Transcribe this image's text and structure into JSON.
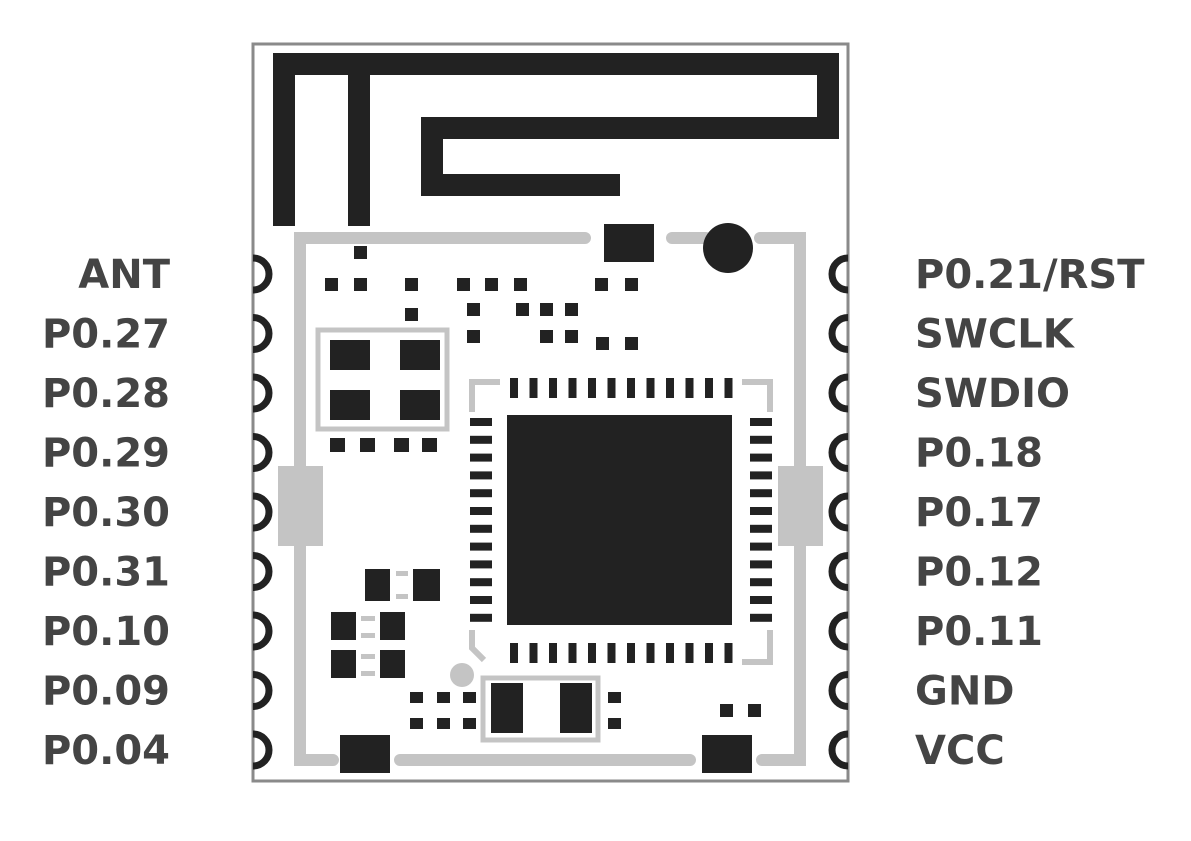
{
  "colors": {
    "background": "#ffffff",
    "board_outline": "#8a8a8a",
    "copper": "#222222",
    "silkscreen": "#c4c4c4",
    "label": "#444444"
  },
  "pins": {
    "left": [
      {
        "id": "ant",
        "label": "ANT"
      },
      {
        "id": "p0-27",
        "label": "P0.27"
      },
      {
        "id": "p0-28",
        "label": "P0.28"
      },
      {
        "id": "p0-29",
        "label": "P0.29"
      },
      {
        "id": "p0-30",
        "label": "P0.30"
      },
      {
        "id": "p0-31",
        "label": "P0.31"
      },
      {
        "id": "p0-10",
        "label": "P0.10"
      },
      {
        "id": "p0-09",
        "label": "P0.09"
      },
      {
        "id": "p0-04",
        "label": "P0.04"
      }
    ],
    "right": [
      {
        "id": "p0-21-rst",
        "label": "P0.21/RST"
      },
      {
        "id": "swclk",
        "label": "SWCLK"
      },
      {
        "id": "swdio",
        "label": "SWDIO"
      },
      {
        "id": "p0-18",
        "label": "P0.18"
      },
      {
        "id": "p0-17",
        "label": "P0.17"
      },
      {
        "id": "p0-12",
        "label": "P0.12"
      },
      {
        "id": "p0-11",
        "label": "P0.11"
      },
      {
        "id": "gnd",
        "label": "GND"
      },
      {
        "id": "vcc",
        "label": "VCC"
      }
    ]
  }
}
